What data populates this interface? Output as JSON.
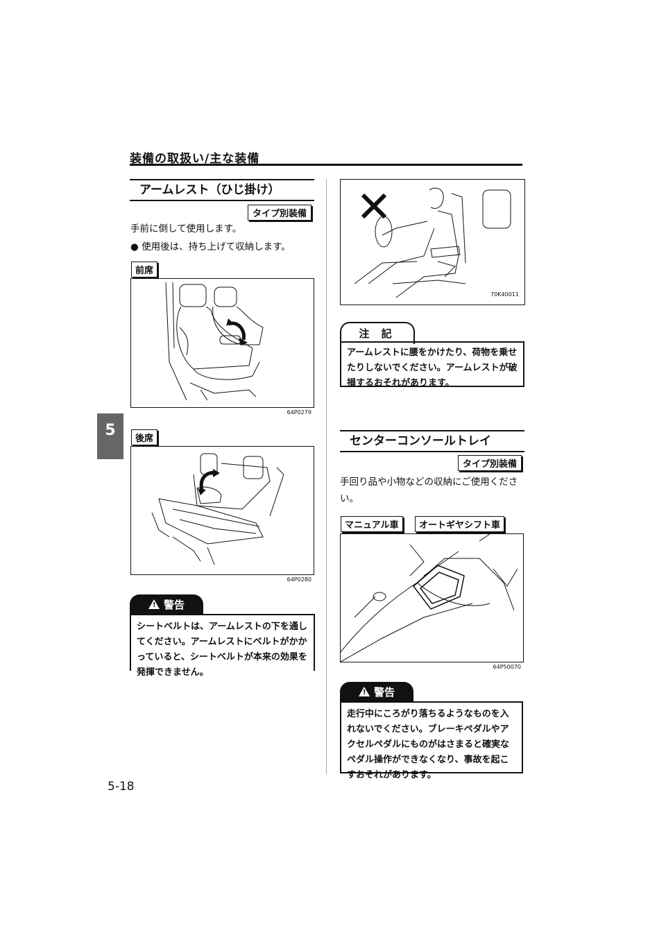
{
  "header": {
    "title": "装備の取扱い/主な装備"
  },
  "chapter_tab": "5",
  "page_number": "5-18",
  "armrest": {
    "title": "アームレスト（ひじ掛け）",
    "type_badge": "タイプ別装備",
    "intro": "手前に倒して使用します。",
    "bullet": "● 使用後は、持ち上げて収納します。",
    "front_label": "前席",
    "front_fig_code": "64P0279",
    "rear_label": "後席",
    "rear_fig_code": "64P0280",
    "warning_title": "警告",
    "warning_text": "シートベルトは、アームレストの下を通してください。アームレストにベルトがかかっていると、シートベルトが本来の効果を発揮できません。"
  },
  "right_top": {
    "fig_code": "70K40011",
    "note_title": "注 記",
    "note_text": "アームレストに腰をかけたり、荷物を乗せたりしないでください。アームレストが破損するおそれがあります。"
  },
  "console": {
    "title": "センターコンソールトレイ",
    "type_badge": "タイプ別装備",
    "body": "手回り品や小物などの収納にご使用ください。",
    "label_mt": "マニュアル車",
    "label_at": "オートギヤシフト車",
    "fig_code": "64P50070",
    "warning_title": "警告",
    "warning_text": "走行中にころがり落ちるようなものを入れないでください。ブレーキペダルやアクセルペダルにものがはさまると確実なペダル操作ができなくなり、事故を起こすおそれがあります。"
  }
}
